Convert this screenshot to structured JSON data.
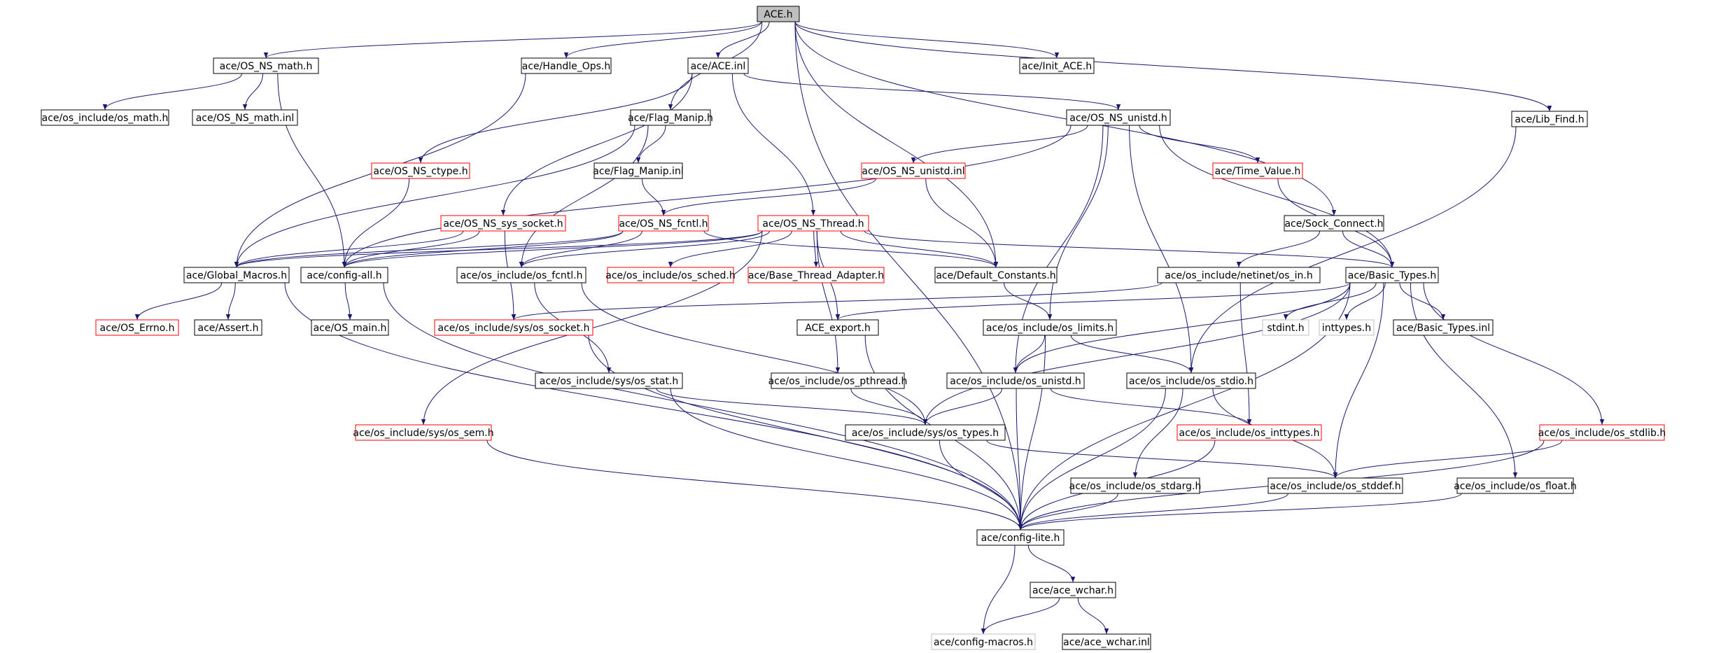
{
  "diagram": {
    "nodes": [
      {
        "id": "ace_h",
        "label": "ACE.h",
        "style": "root"
      },
      {
        "id": "os_ns_math_h",
        "label": "ace/OS_NS_math.h",
        "style": "normal"
      },
      {
        "id": "handle_ops_h",
        "label": "ace/Handle_Ops.h",
        "style": "normal"
      },
      {
        "id": "ace_inl",
        "label": "ace/ACE.inl",
        "style": "normal"
      },
      {
        "id": "init_ace_h",
        "label": "ace/Init_ACE.h",
        "style": "normal"
      },
      {
        "id": "lib_find_h",
        "label": "ace/Lib_Find.h",
        "style": "normal"
      },
      {
        "id": "os_math_h",
        "label": "ace/os_include/os_math.h",
        "style": "normal"
      },
      {
        "id": "os_ns_math_inl",
        "label": "ace/OS_NS_math.inl",
        "style": "normal"
      },
      {
        "id": "flag_manip_h",
        "label": "ace/Flag_Manip.h",
        "style": "normal"
      },
      {
        "id": "os_ns_unistd_h",
        "label": "ace/OS_NS_unistd.h",
        "style": "normal"
      },
      {
        "id": "os_ns_ctype_h",
        "label": "ace/OS_NS_ctype.h",
        "style": "red"
      },
      {
        "id": "flag_manip_inl",
        "label": "ace/Flag_Manip.inl",
        "style": "normal"
      },
      {
        "id": "os_ns_unistd_inl",
        "label": "ace/OS_NS_unistd.inl",
        "style": "red"
      },
      {
        "id": "time_value_h",
        "label": "ace/Time_Value.h",
        "style": "red"
      },
      {
        "id": "os_ns_sys_socket_h",
        "label": "ace/OS_NS_sys_socket.h",
        "style": "red"
      },
      {
        "id": "os_ns_fcntl_h",
        "label": "ace/OS_NS_fcntl.h",
        "style": "red"
      },
      {
        "id": "os_ns_thread_h",
        "label": "ace/OS_NS_Thread.h",
        "style": "red"
      },
      {
        "id": "sock_connect_h",
        "label": "ace/Sock_Connect.h",
        "style": "normal"
      },
      {
        "id": "global_macros_h",
        "label": "ace/Global_Macros.h",
        "style": "normal"
      },
      {
        "id": "config_all_h",
        "label": "ace/config-all.h",
        "style": "normal"
      },
      {
        "id": "os_fcntl_h",
        "label": "ace/os_include/os_fcntl.h",
        "style": "normal"
      },
      {
        "id": "os_sched_h",
        "label": "ace/os_include/os_sched.h",
        "style": "red"
      },
      {
        "id": "base_thread_adapter_h",
        "label": "ace/Base_Thread_Adapter.h",
        "style": "red"
      },
      {
        "id": "default_constants_h",
        "label": "ace/Default_Constants.h",
        "style": "normal"
      },
      {
        "id": "os_in_h",
        "label": "ace/os_include/netinet/os_in.h",
        "style": "normal"
      },
      {
        "id": "basic_types_h",
        "label": "ace/Basic_Types.h",
        "style": "normal"
      },
      {
        "id": "os_errno_h",
        "label": "ace/OS_Errno.h",
        "style": "red"
      },
      {
        "id": "assert_h",
        "label": "ace/Assert.h",
        "style": "normal"
      },
      {
        "id": "os_main_h",
        "label": "ace/OS_main.h",
        "style": "normal"
      },
      {
        "id": "os_socket_h",
        "label": "ace/os_include/sys/os_socket.h",
        "style": "red"
      },
      {
        "id": "ace_export_h",
        "label": "ACE_export.h",
        "style": "normal"
      },
      {
        "id": "os_limits_h",
        "label": "ace/os_include/os_limits.h",
        "style": "normal"
      },
      {
        "id": "stdint_h",
        "label": "stdint.h",
        "style": "gray"
      },
      {
        "id": "inttypes_h",
        "label": "inttypes.h",
        "style": "gray"
      },
      {
        "id": "basic_types_inl",
        "label": "ace/Basic_Types.inl",
        "style": "normal"
      },
      {
        "id": "os_stat_h",
        "label": "ace/os_include/sys/os_stat.h",
        "style": "normal"
      },
      {
        "id": "os_pthread_h",
        "label": "ace/os_include/os_pthread.h",
        "style": "normal"
      },
      {
        "id": "os_unistd_h",
        "label": "ace/os_include/os_unistd.h",
        "style": "normal"
      },
      {
        "id": "os_stdio_h",
        "label": "ace/os_include/os_stdio.h",
        "style": "normal"
      },
      {
        "id": "os_sem_h",
        "label": "ace/os_include/sys/os_sem.h",
        "style": "red"
      },
      {
        "id": "os_types_h",
        "label": "ace/os_include/sys/os_types.h",
        "style": "normal"
      },
      {
        "id": "os_inttypes_h",
        "label": "ace/os_include/os_inttypes.h",
        "style": "red"
      },
      {
        "id": "os_stdlib_h",
        "label": "ace/os_include/os_stdlib.h",
        "style": "red"
      },
      {
        "id": "os_stdarg_h",
        "label": "ace/os_include/os_stdarg.h",
        "style": "normal"
      },
      {
        "id": "os_stddef_h",
        "label": "ace/os_include/os_stddef.h",
        "style": "normal"
      },
      {
        "id": "os_float_h",
        "label": "ace/os_include/os_float.h",
        "style": "normal"
      },
      {
        "id": "config_lite_h",
        "label": "ace/config-lite.h",
        "style": "normal"
      },
      {
        "id": "ace_wchar_h",
        "label": "ace/ace_wchar.h",
        "style": "normal"
      },
      {
        "id": "config_macros_h",
        "label": "ace/config-macros.h",
        "style": "gray"
      },
      {
        "id": "ace_wchar_inl",
        "label": "ace/ace_wchar.inl",
        "style": "normal"
      }
    ],
    "edges": [
      [
        "ace_h",
        "os_ns_math_h"
      ],
      [
        "ace_h",
        "handle_ops_h"
      ],
      [
        "ace_h",
        "ace_inl"
      ],
      [
        "ace_h",
        "init_ace_h"
      ],
      [
        "ace_h",
        "lib_find_h"
      ],
      [
        "ace_h",
        "flag_manip_h"
      ],
      [
        "ace_h",
        "sock_connect_h"
      ],
      [
        "ace_h",
        "default_constants_h"
      ],
      [
        "ace_h",
        "config_lite_h"
      ],
      [
        "os_ns_math_h",
        "os_math_h"
      ],
      [
        "os_ns_math_h",
        "os_ns_math_inl"
      ],
      [
        "os_ns_math_h",
        "config_all_h"
      ],
      [
        "handle_ops_h",
        "global_macros_h"
      ],
      [
        "ace_inl",
        "os_ns_unistd_h"
      ],
      [
        "ace_inl",
        "os_ns_ctype_h"
      ],
      [
        "ace_inl",
        "os_ns_sys_socket_h"
      ],
      [
        "ace_inl",
        "os_ns_thread_h"
      ],
      [
        "flag_manip_h",
        "flag_manip_inl"
      ],
      [
        "flag_manip_h",
        "global_macros_h"
      ],
      [
        "flag_manip_h",
        "os_fcntl_h"
      ],
      [
        "flag_manip_inl",
        "os_ns_fcntl_h"
      ],
      [
        "os_ns_unistd_h",
        "os_ns_unistd_inl"
      ],
      [
        "os_ns_unistd_h",
        "time_value_h"
      ],
      [
        "os_ns_unistd_h",
        "basic_types_h"
      ],
      [
        "os_ns_unistd_h",
        "config_all_h"
      ],
      [
        "os_ns_unistd_h",
        "os_unistd_h"
      ],
      [
        "os_ns_unistd_h",
        "os_stdio_h"
      ],
      [
        "os_ns_unistd_h",
        "os_limits_h"
      ],
      [
        "os_ns_ctype_h",
        "config_all_h"
      ],
      [
        "os_ns_unistd_inl",
        "os_ns_fcntl_h"
      ],
      [
        "os_ns_unistd_inl",
        "default_constants_h"
      ],
      [
        "time_value_h",
        "basic_types_h"
      ],
      [
        "os_ns_sys_socket_h",
        "config_all_h"
      ],
      [
        "os_ns_sys_socket_h",
        "os_socket_h"
      ],
      [
        "os_ns_sys_socket_h",
        "global_macros_h"
      ],
      [
        "os_ns_fcntl_h",
        "config_all_h"
      ],
      [
        "os_ns_fcntl_h",
        "global_macros_h"
      ],
      [
        "os_ns_fcntl_h",
        "os_fcntl_h"
      ],
      [
        "os_ns_fcntl_h",
        "default_constants_h"
      ],
      [
        "os_ns_thread_h",
        "config_all_h"
      ],
      [
        "os_ns_thread_h",
        "global_macros_h"
      ],
      [
        "os_ns_thread_h",
        "os_sched_h"
      ],
      [
        "os_ns_thread_h",
        "base_thread_adapter_h"
      ],
      [
        "os_ns_thread_h",
        "default_constants_h"
      ],
      [
        "os_ns_thread_h",
        "basic_types_h"
      ],
      [
        "os_ns_thread_h",
        "ace_export_h"
      ],
      [
        "os_ns_thread_h",
        "os_pthread_h"
      ],
      [
        "os_ns_thread_h",
        "os_sem_h"
      ],
      [
        "os_ns_thread_h",
        "os_fcntl_h"
      ],
      [
        "sock_connect_h",
        "os_in_h"
      ],
      [
        "sock_connect_h",
        "basic_types_h"
      ],
      [
        "lib_find_h",
        "os_stdio_h"
      ],
      [
        "global_macros_h",
        "os_errno_h"
      ],
      [
        "global_macros_h",
        "assert_h"
      ],
      [
        "global_macros_h",
        "config_lite_h"
      ],
      [
        "config_all_h",
        "os_main_h"
      ],
      [
        "config_all_h",
        "config_lite_h"
      ],
      [
        "os_fcntl_h",
        "os_stat_h"
      ],
      [
        "os_fcntl_h",
        "os_types_h"
      ],
      [
        "default_constants_h",
        "os_limits_h"
      ],
      [
        "os_in_h",
        "os_socket_h"
      ],
      [
        "os_in_h",
        "os_inttypes_h"
      ],
      [
        "basic_types_h",
        "stdint_h"
      ],
      [
        "basic_types_h",
        "inttypes_h"
      ],
      [
        "basic_types_h",
        "basic_types_inl"
      ],
      [
        "basic_types_h",
        "ace_export_h"
      ],
      [
        "basic_types_h",
        "os_types_h"
      ],
      [
        "basic_types_h",
        "os_stdlib_h"
      ],
      [
        "basic_types_h",
        "os_float_h"
      ],
      [
        "basic_types_h",
        "os_stddef_h"
      ],
      [
        "basic_types_h",
        "config_lite_h"
      ],
      [
        "basic_types_h",
        "os_unistd_h"
      ],
      [
        "os_socket_h",
        "config_lite_h"
      ],
      [
        "ace_export_h",
        "config_lite_h"
      ],
      [
        "os_limits_h",
        "os_unistd_h"
      ],
      [
        "os_limits_h",
        "os_stdio_h"
      ],
      [
        "os_limits_h",
        "config_lite_h"
      ],
      [
        "os_stat_h",
        "os_types_h"
      ],
      [
        "os_stat_h",
        "config_lite_h"
      ],
      [
        "os_pthread_h",
        "os_types_h"
      ],
      [
        "os_unistd_h",
        "os_types_h"
      ],
      [
        "os_unistd_h",
        "os_inttypes_h"
      ],
      [
        "os_unistd_h",
        "config_lite_h"
      ],
      [
        "os_stdio_h",
        "os_stdarg_h"
      ],
      [
        "os_stdio_h",
        "os_stddef_h"
      ],
      [
        "os_stdio_h",
        "config_lite_h"
      ],
      [
        "os_sem_h",
        "config_lite_h"
      ],
      [
        "os_types_h",
        "os_stddef_h"
      ],
      [
        "os_types_h",
        "config_lite_h"
      ],
      [
        "os_inttypes_h",
        "config_lite_h"
      ],
      [
        "os_stdlib_h",
        "os_stddef_h"
      ],
      [
        "os_stdlib_h",
        "config_lite_h"
      ],
      [
        "os_stdarg_h",
        "config_lite_h"
      ],
      [
        "os_stddef_h",
        "config_lite_h"
      ],
      [
        "os_float_h",
        "config_lite_h"
      ],
      [
        "config_lite_h",
        "ace_wchar_h"
      ],
      [
        "config_lite_h",
        "config_macros_h"
      ],
      [
        "ace_wchar_h",
        "ace_wchar_inl"
      ],
      [
        "ace_wchar_h",
        "config_macros_h"
      ]
    ],
    "colors": {
      "edge": "#191970",
      "root_fill": "#bfbfbf",
      "red_border": "#ff0000",
      "gray_border": "#bfbfbf"
    }
  }
}
